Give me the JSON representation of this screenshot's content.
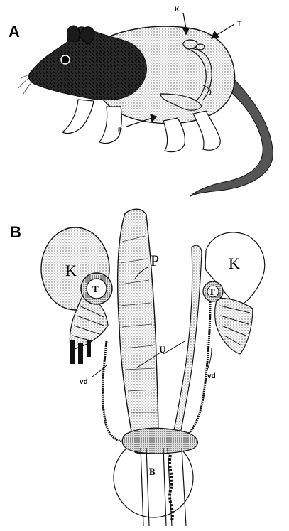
{
  "panel_a": {
    "label": "A",
    "callouts": {
      "kidney": "K",
      "testis": "T",
      "penis": "P"
    }
  },
  "panel_b": {
    "label": "B",
    "callouts": {
      "kidney_left": "K",
      "kidney_right": "K",
      "testis_left": "T",
      "testis_right": "T",
      "penis": "P",
      "ureter": "U",
      "vas_deferens_left": "vd",
      "vas_deferens_right": "vd",
      "bladder": "B"
    }
  },
  "colors": {
    "ink": "#111111",
    "paper": "#ffffff",
    "fur_dark": "#1a1a1a",
    "stipple": "#bdbdbd"
  }
}
